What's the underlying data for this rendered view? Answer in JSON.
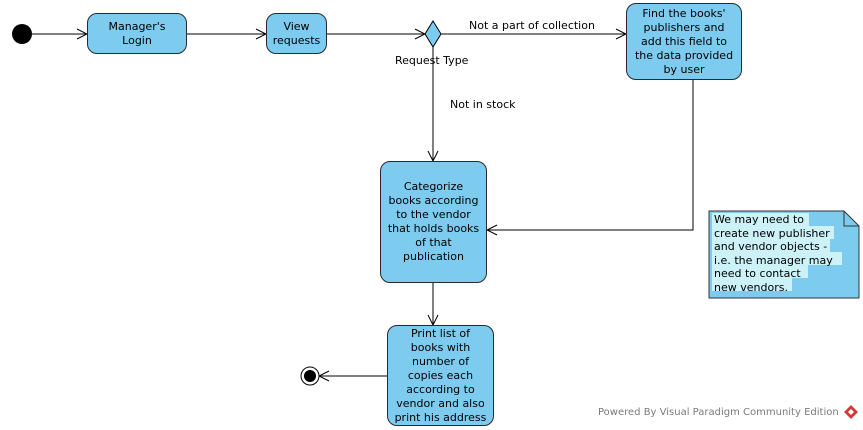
{
  "nodes": {
    "login": "Manager's Login",
    "view_requests": "View\nrequests",
    "find_publishers": "Find the books'\npublishers and\nadd this field to\nthe data provided\nby user",
    "categorize": "Categorize\nbooks according\nto the vendor\nthat holds books\nof that\npublication",
    "print_list": "Print list of\nbooks with\nnumber of\ncopies each\naccording to\nvendor and also\nprint his address"
  },
  "decision": {
    "label": "Request Type"
  },
  "edges": {
    "not_in_collection": "Not a part of collection",
    "not_in_stock": "Not in stock"
  },
  "note": {
    "text": "We may need to\ncreate new publisher\nand vendor objects -\ni.e. the manager may\nneed to contact\nnew vendors."
  },
  "footer": {
    "text": "Powered By Visual Paradigm Community Edition"
  },
  "colors": {
    "action_fill": "#7ecbf0",
    "note_fill": "#7ecbf0",
    "note_highlight": "#ccf2f8",
    "logo": "#d23a3a"
  }
}
